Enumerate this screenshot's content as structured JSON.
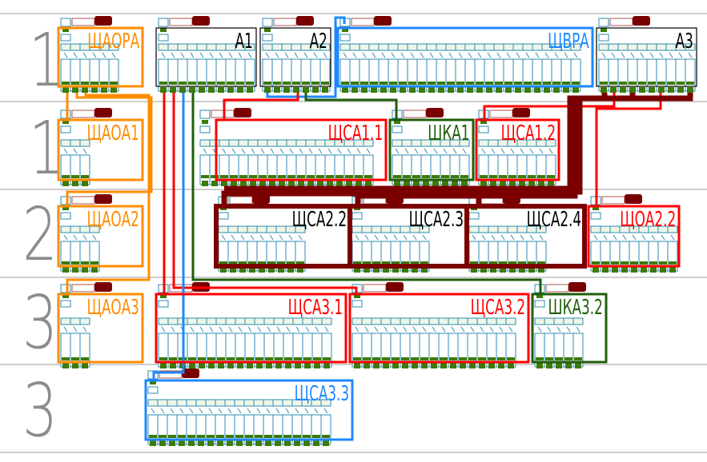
{
  "rows": [
    "1",
    "1",
    "2",
    "3",
    "3"
  ],
  "colors": {
    "orange": "#ff8c00",
    "red": "#ff0000",
    "blue": "#1e88ff",
    "green": "#1f5e0a",
    "black": "#000000",
    "darkred": "#7a0000",
    "module": "#2e8bb0",
    "fill": "#3c7a0a"
  },
  "panels": [
    {
      "id": "shchaora",
      "label": "ЩАОРА",
      "color": "orange",
      "modules": 6
    },
    {
      "id": "a1",
      "label": "А1",
      "color": "black",
      "modules": 10
    },
    {
      "id": "a2",
      "label": "А2",
      "color": "black",
      "modules": 7
    },
    {
      "id": "shchvra",
      "label": "ЩВРА",
      "color": "blue",
      "modules": 25
    },
    {
      "id": "a3",
      "label": "А3",
      "color": "black",
      "modules": 10
    },
    {
      "id": "shchaoa1",
      "label": "ЩАОА1",
      "color": "orange",
      "modules": 3
    },
    {
      "id": "shchsa11",
      "label": "ЩСА1.1",
      "color": "red",
      "modules": 18
    },
    {
      "id": "shka1",
      "label": "ШКА1",
      "color": "green",
      "modules": 8
    },
    {
      "id": "shchsa12",
      "label": "ЩСА1.2",
      "color": "red",
      "modules": 8
    },
    {
      "id": "shchaoa2",
      "label": "ЩАОА2",
      "color": "orange",
      "modules": 4
    },
    {
      "id": "shchsa22",
      "label": "ЩСА2.2",
      "color": "darkred",
      "modules": 9
    },
    {
      "id": "shchsa23",
      "label": "ЩСА2.3",
      "color": "darkred",
      "modules": 8
    },
    {
      "id": "shchsa24",
      "label": "ЩСА2.4",
      "color": "darkred",
      "modules": 8
    },
    {
      "id": "shchoa22",
      "label": "ЩОА2.2",
      "color": "red",
      "modules": 9
    },
    {
      "id": "shchaoa3",
      "label": "ЩАОА3",
      "color": "orange",
      "modules": 3
    },
    {
      "id": "shchsa31",
      "label": "ЩСА3.1",
      "color": "red",
      "modules": 18
    },
    {
      "id": "shchsa32",
      "label": "ЩСА3.2",
      "color": "red",
      "modules": 17
    },
    {
      "id": "shka32",
      "label": "ШКА3.2",
      "color": "green",
      "modules": 5
    },
    {
      "id": "shchsa33",
      "label": "ЩСА3.3",
      "color": "blue",
      "modules": 19
    }
  ]
}
